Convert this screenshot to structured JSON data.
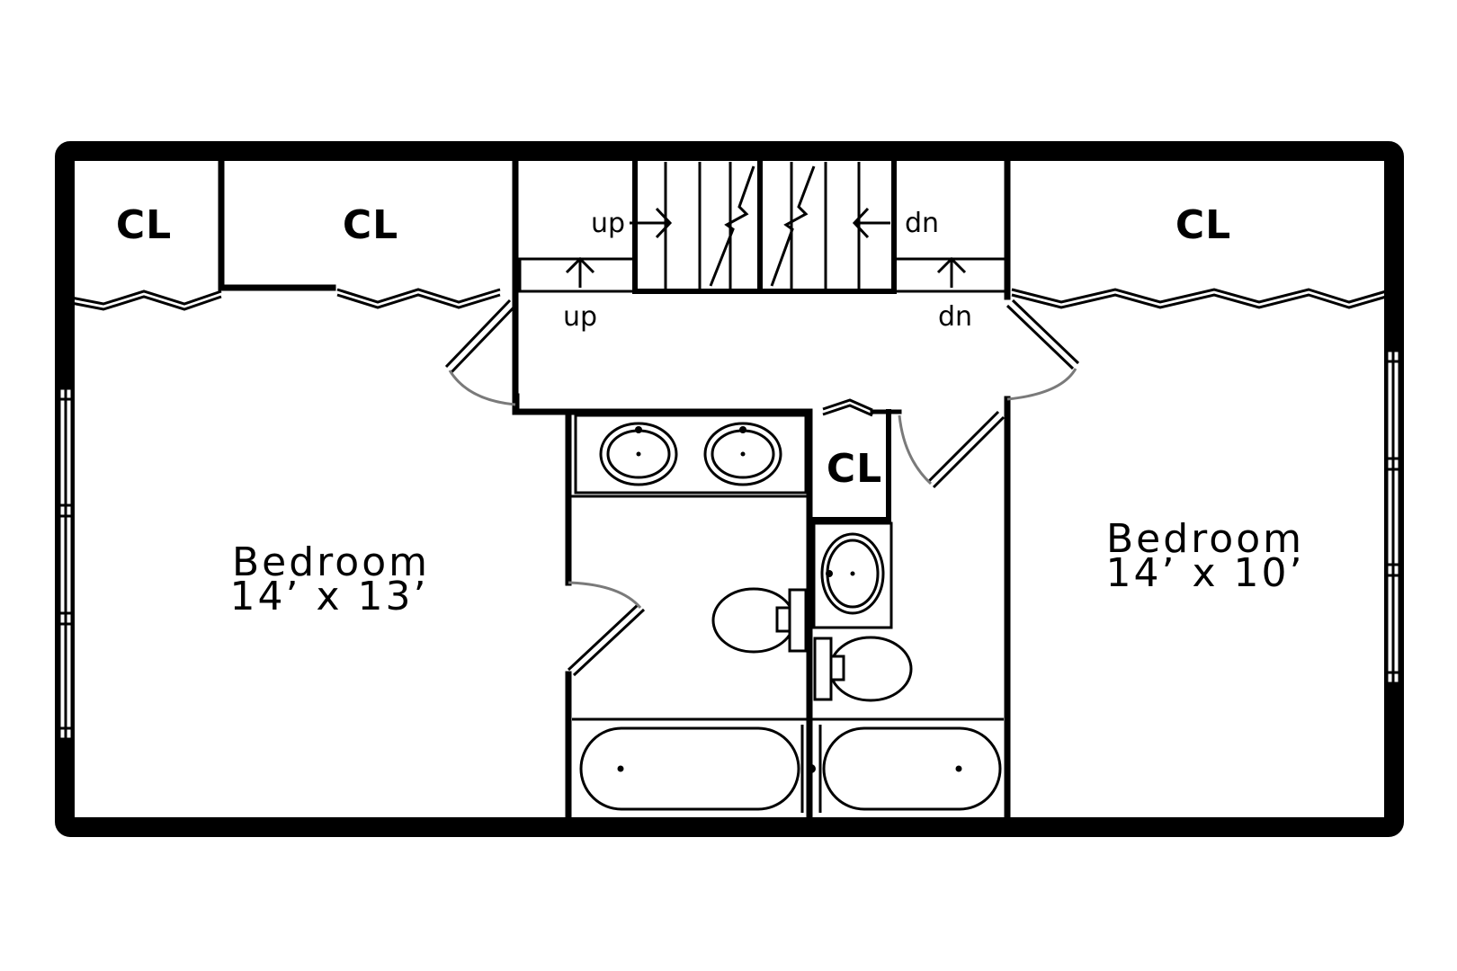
{
  "rooms": {
    "bedroom_left": {
      "name": "Bedroom",
      "size": "14’ x 13’"
    },
    "bedroom_right": {
      "name": "Bedroom",
      "size": "14’ x 10’"
    }
  },
  "closets": {
    "cl_1": "CL",
    "cl_2": "CL",
    "cl_3": "CL",
    "cl_4": "CL"
  },
  "stairs": {
    "up_upper": "up",
    "up_lower": "up",
    "dn_upper": "dn",
    "dn_lower": "dn"
  },
  "colors": {
    "wall": "#000000",
    "door_swing": "#7a7a7a",
    "background": "#ffffff"
  }
}
